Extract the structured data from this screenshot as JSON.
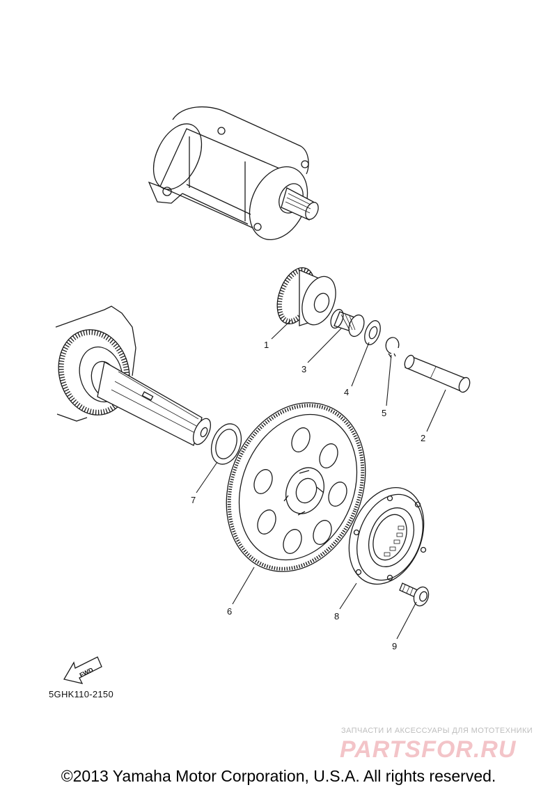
{
  "diagram": {
    "callouts": [
      {
        "id": "1",
        "label": "1"
      },
      {
        "id": "2",
        "label": "2"
      },
      {
        "id": "3",
        "label": "3"
      },
      {
        "id": "4",
        "label": "4"
      },
      {
        "id": "5",
        "label": "5"
      },
      {
        "id": "6",
        "label": "6"
      },
      {
        "id": "7",
        "label": "7"
      },
      {
        "id": "8",
        "label": "8"
      },
      {
        "id": "9",
        "label": "9"
      }
    ],
    "fwd_label": "FWD",
    "diagram_code": "5GHK110-2150"
  },
  "watermark": {
    "tagline": "ЗАПЧАСТИ И АКСЕССУАРЫ ДЛЯ МОТОТЕХНИКИ",
    "logo": "PARTSFOR.RU",
    "logo_color": "#f3c4c8"
  },
  "footer": {
    "copyright": "©2013 Yamaha Motor Corporation, U.S.A. All rights reserved."
  }
}
